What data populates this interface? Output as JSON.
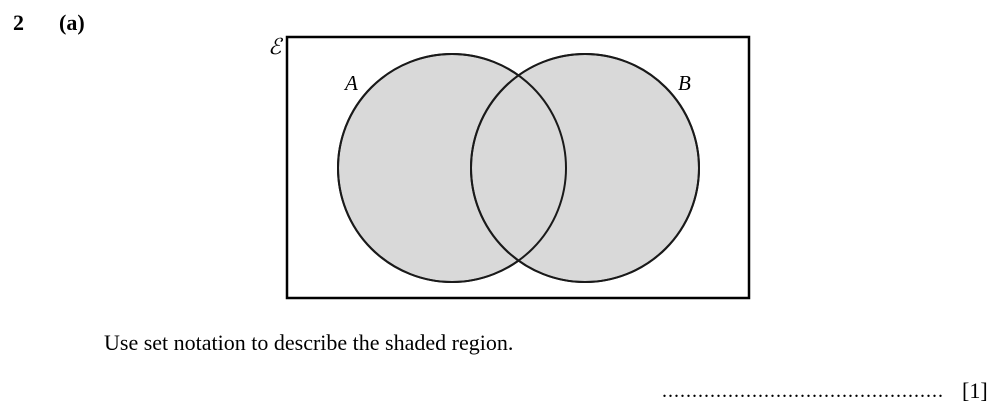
{
  "question": {
    "number": "2",
    "part": "(a)"
  },
  "venn": {
    "universal_symbol": "ℰ",
    "set_a_label": "A",
    "set_b_label": "B",
    "shaded_color": "#d9d9d9",
    "outline_color": "#1a1a1a"
  },
  "prompt": "Use set notation to describe the shaded region.",
  "answer": {
    "line": "...............................................",
    "marks": "[1]"
  }
}
